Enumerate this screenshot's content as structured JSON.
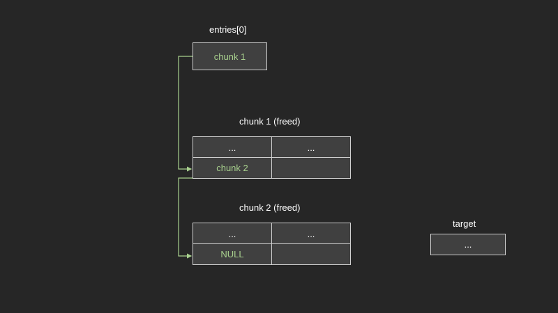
{
  "entries": {
    "title": "entries[0]",
    "cell": "chunk 1"
  },
  "chunk1": {
    "title": "chunk 1 (freed)",
    "cells": [
      "...",
      "...",
      "chunk 2",
      ""
    ]
  },
  "chunk2": {
    "title": "chunk 2 (freed)",
    "cells": [
      "...",
      "...",
      "NULL",
      ""
    ]
  },
  "target": {
    "title": "target",
    "cell": "..."
  },
  "colors": {
    "background": "#262626",
    "box_fill": "#404040",
    "border": "#d0d0d0",
    "pointer_text": "#a9d18e",
    "arrow": "#a9d18e"
  }
}
